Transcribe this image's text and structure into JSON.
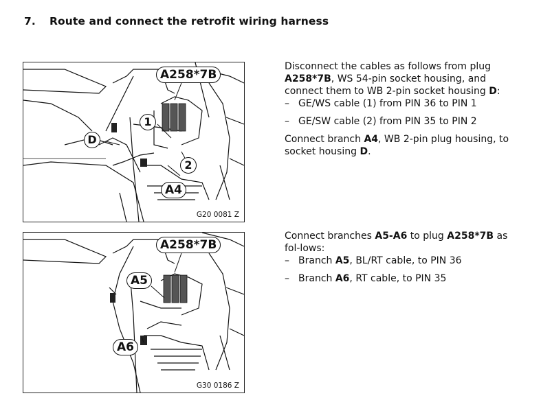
{
  "heading": {
    "number": "7.",
    "title": "Route and connect the retrofit wiring harness"
  },
  "figure1": {
    "code": "G20 0081 Z",
    "callouts": {
      "plug": "A258*7B",
      "c1": "1",
      "c2": "2",
      "d": "D",
      "a4": "A4"
    }
  },
  "figure2": {
    "code": "G30 0186 Z",
    "callouts": {
      "plug": "A258*7B",
      "a5": "A5",
      "a6": "A6"
    }
  },
  "step1": {
    "p1_a": "Disconnect the cables as follows from plug ",
    "p1_plug": "A258*7B",
    "p1_b": ", WS 54-pin socket housing, and connect them to WB 2-pin socket housing ",
    "p1_d": "D",
    "p1_c": ":",
    "items": [
      {
        "dash": "–",
        "text": "GE/WS cable (1) from PIN 36 to PIN 1"
      },
      {
        "dash": "–",
        "text": "GE/SW cable (2) from PIN 35 to PIN 2"
      }
    ],
    "p2_a": "Connect branch ",
    "p2_a4": "A4",
    "p2_b": ", WB 2-pin plug housing, to socket housing ",
    "p2_d": "D",
    "p2_c": "."
  },
  "step2": {
    "p1_a": "Connect branches ",
    "p1_range": "A5-A6",
    "p1_b": " to plug ",
    "p1_plug": "A258*7B",
    "p1_c": " as fol-lows:",
    "items": [
      {
        "dash": "–",
        "pre": "Branch ",
        "branch": "A5",
        "post": ", BL/RT cable, to PIN 36"
      },
      {
        "dash": "–",
        "pre": "Branch ",
        "branch": "A6",
        "post": ", RT cable, to PIN 35"
      }
    ]
  }
}
